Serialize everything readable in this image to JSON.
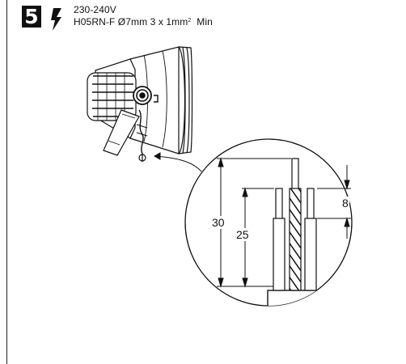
{
  "step": {
    "number": "5"
  },
  "spec": {
    "voltage": "230-240V",
    "cable_prefix": "H05RN-F Ø7mm  3 x 1mm",
    "cable_power": "2",
    "cable_suffix": "Min"
  },
  "dimensions": {
    "outer": "30",
    "inner": "25",
    "strip": "8"
  },
  "icons": {
    "power": "lightning-bolt-icon",
    "fixture": "floodlight-icon",
    "cable": "cable-icon"
  }
}
